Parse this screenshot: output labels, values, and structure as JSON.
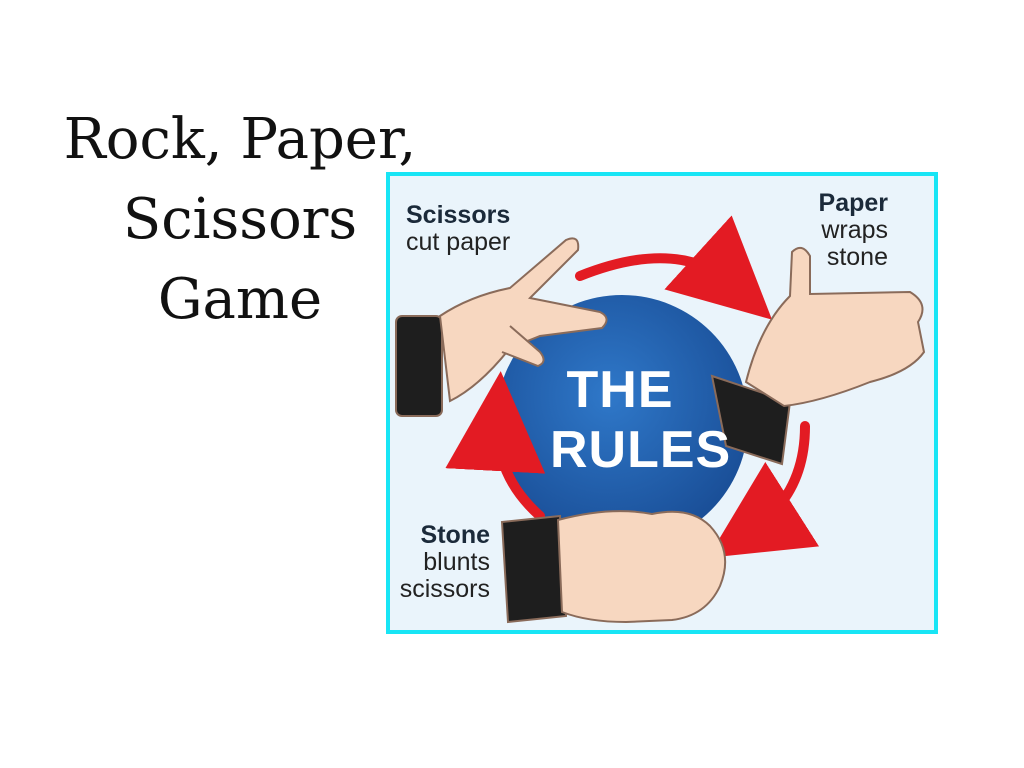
{
  "slide": {
    "title_lines": [
      "Rock, Paper,",
      "Scissors",
      "Game"
    ]
  },
  "rules_graphic": {
    "center_lines": [
      "THE",
      "RULES"
    ],
    "scissors": {
      "heading": "Scissors",
      "desc": [
        "cut paper"
      ]
    },
    "paper": {
      "heading": "Paper",
      "desc": [
        "wraps",
        "stone"
      ]
    },
    "stone": {
      "heading": "Stone",
      "desc": [
        "blunts",
        "scissors"
      ]
    },
    "colors": {
      "border": "#18e5f5",
      "circle": "#1f5fae",
      "arrows": "#e31b23",
      "sleeve": "#1e1e1e",
      "skin": "#f7d7c0"
    },
    "icons": [
      "scissors-hand-icon",
      "paper-hand-icon",
      "stone-fist-icon",
      "cycle-arrow-icon"
    ]
  }
}
